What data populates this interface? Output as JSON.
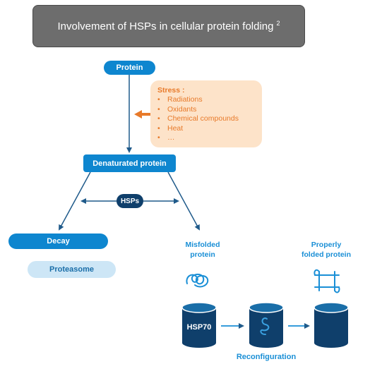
{
  "title": {
    "text": "Involvement of HSPs in cellular protein folding",
    "sup": "2"
  },
  "nodes": {
    "protein": "Protein",
    "denaturated": "Denaturated protein",
    "decay": "Decay",
    "proteasome": "Proteasome",
    "hsps": "HSPs",
    "hsp70": "HSP70"
  },
  "stress": {
    "title": "Stress :",
    "items": [
      "Radiations",
      "Oxidants",
      "Chemical compounds",
      "Heat",
      "…"
    ]
  },
  "labels": {
    "misfolded_line1": "Misfolded",
    "misfolded_line2": "protein",
    "properly_line1": "Properly",
    "properly_line2": "folded protein",
    "reconfiguration": "Reconfiguration"
  },
  "colors": {
    "primary_blue": "#0e86cf",
    "dark_navy": "#0f3f6b",
    "arrow_blue": "#1f5a8a",
    "stress_orange": "#e87a2a",
    "stress_bg": "#fde3c9",
    "light_blue": "#cde6f6",
    "title_bg": "#6d6d6d"
  }
}
